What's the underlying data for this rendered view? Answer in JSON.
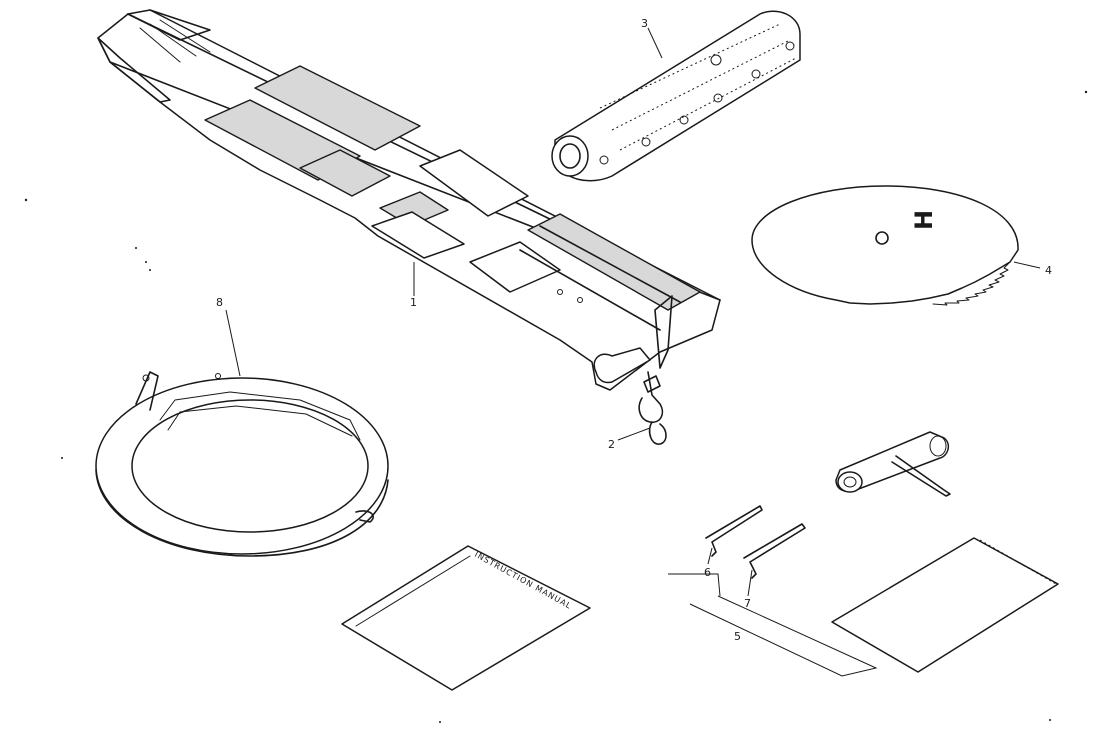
{
  "parts": {
    "guide_bar": {
      "callout": "1"
    },
    "hook": {
      "callout": "2"
    },
    "handle": {
      "callout": "3"
    },
    "saw_blade": {
      "callout": "4"
    },
    "wrench_set": {
      "callout": "5"
    },
    "hex_key_small": {
      "callout": "6"
    },
    "hex_key_large": {
      "callout": "7"
    },
    "ring_guard": {
      "callout": "8"
    }
  },
  "blade_marking": "H",
  "manual": {
    "title": "INSTRUCTION MANUAL"
  },
  "colors": {
    "ink": "#1a1a1a",
    "paper": "#ffffff",
    "shade": "#d8d8d8"
  }
}
